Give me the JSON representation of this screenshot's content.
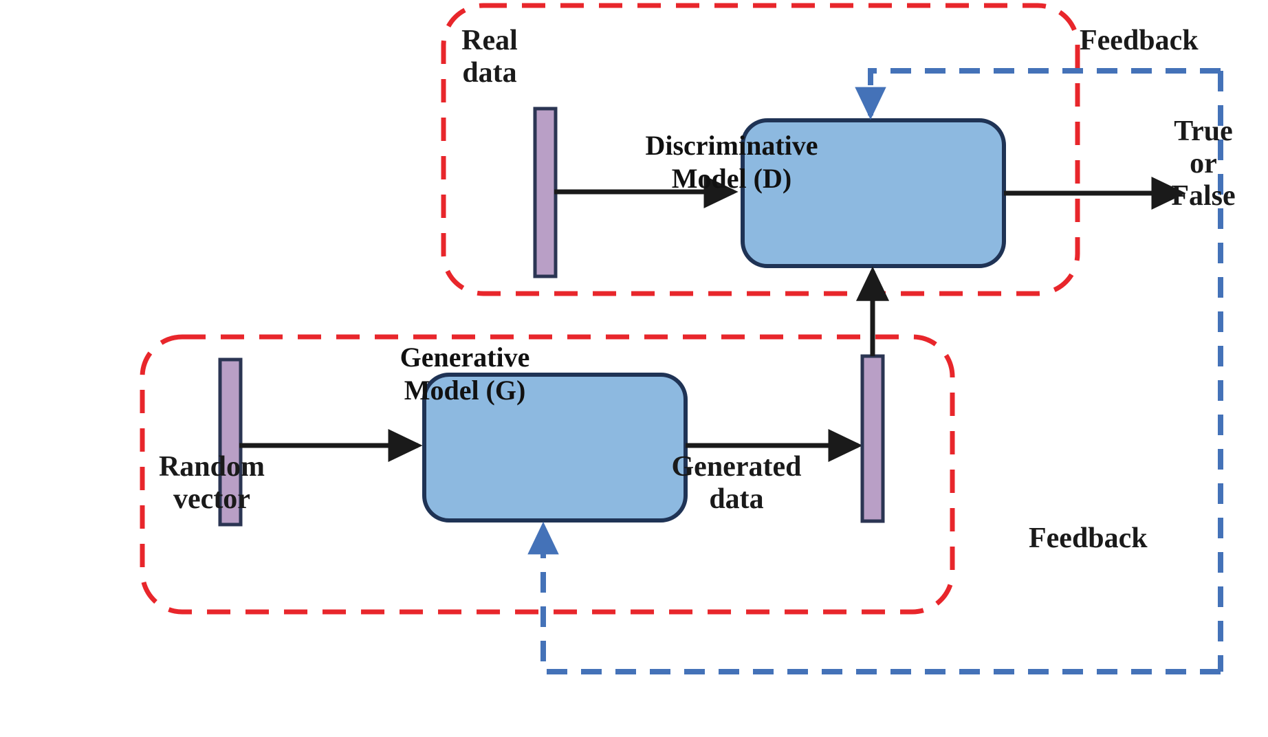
{
  "diagram": {
    "title": "Generative Adversarial Network (GAN) architecture",
    "colors": {
      "group_border": "#e8262b",
      "feedback_line": "#4472b8",
      "node_fill": "#8db9e0",
      "node_border": "#1f3355",
      "data_bar_fill": "#b99fc6",
      "data_bar_border": "#2b3553",
      "arrow": "#1a1a1a",
      "text": "#111111",
      "background": "#ffffff"
    },
    "nodes": {
      "discriminator": {
        "label": "Discriminative\nModel (D)"
      },
      "generator": {
        "label": "Generative\nModel (G)"
      }
    },
    "data_bars": {
      "real_data": {
        "label": "Real\ndata"
      },
      "random_vector": {
        "label": "Random\nvector"
      },
      "generated_data": {
        "label": "Generated\ndata"
      }
    },
    "outputs": {
      "decision": {
        "label": "True\nor\nFalse"
      }
    },
    "feedback": {
      "top": {
        "label": "Feedback"
      },
      "bottom": {
        "label": "Feedback"
      }
    },
    "groups": {
      "discriminator_group": {
        "name": "discriminator-training-group"
      },
      "generator_group": {
        "name": "generator-training-group"
      }
    }
  }
}
